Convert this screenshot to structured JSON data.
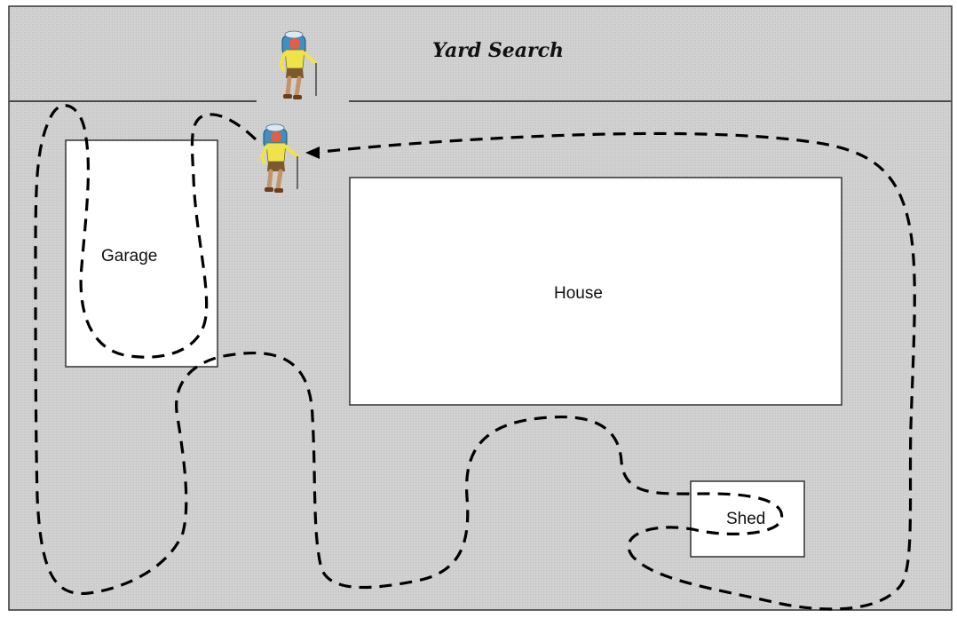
{
  "title": "Yard Search",
  "labels": {
    "garage": "Garage",
    "house": "House",
    "shed": "Shed"
  },
  "colors": {
    "yard": "#d2d2d2",
    "hatch": "#bdbdbd",
    "frame": "#333333",
    "building": "#ffffff",
    "path": "#000000"
  },
  "icons": [
    "hiker-icon",
    "hiker-icon",
    "arrowhead-icon"
  ]
}
